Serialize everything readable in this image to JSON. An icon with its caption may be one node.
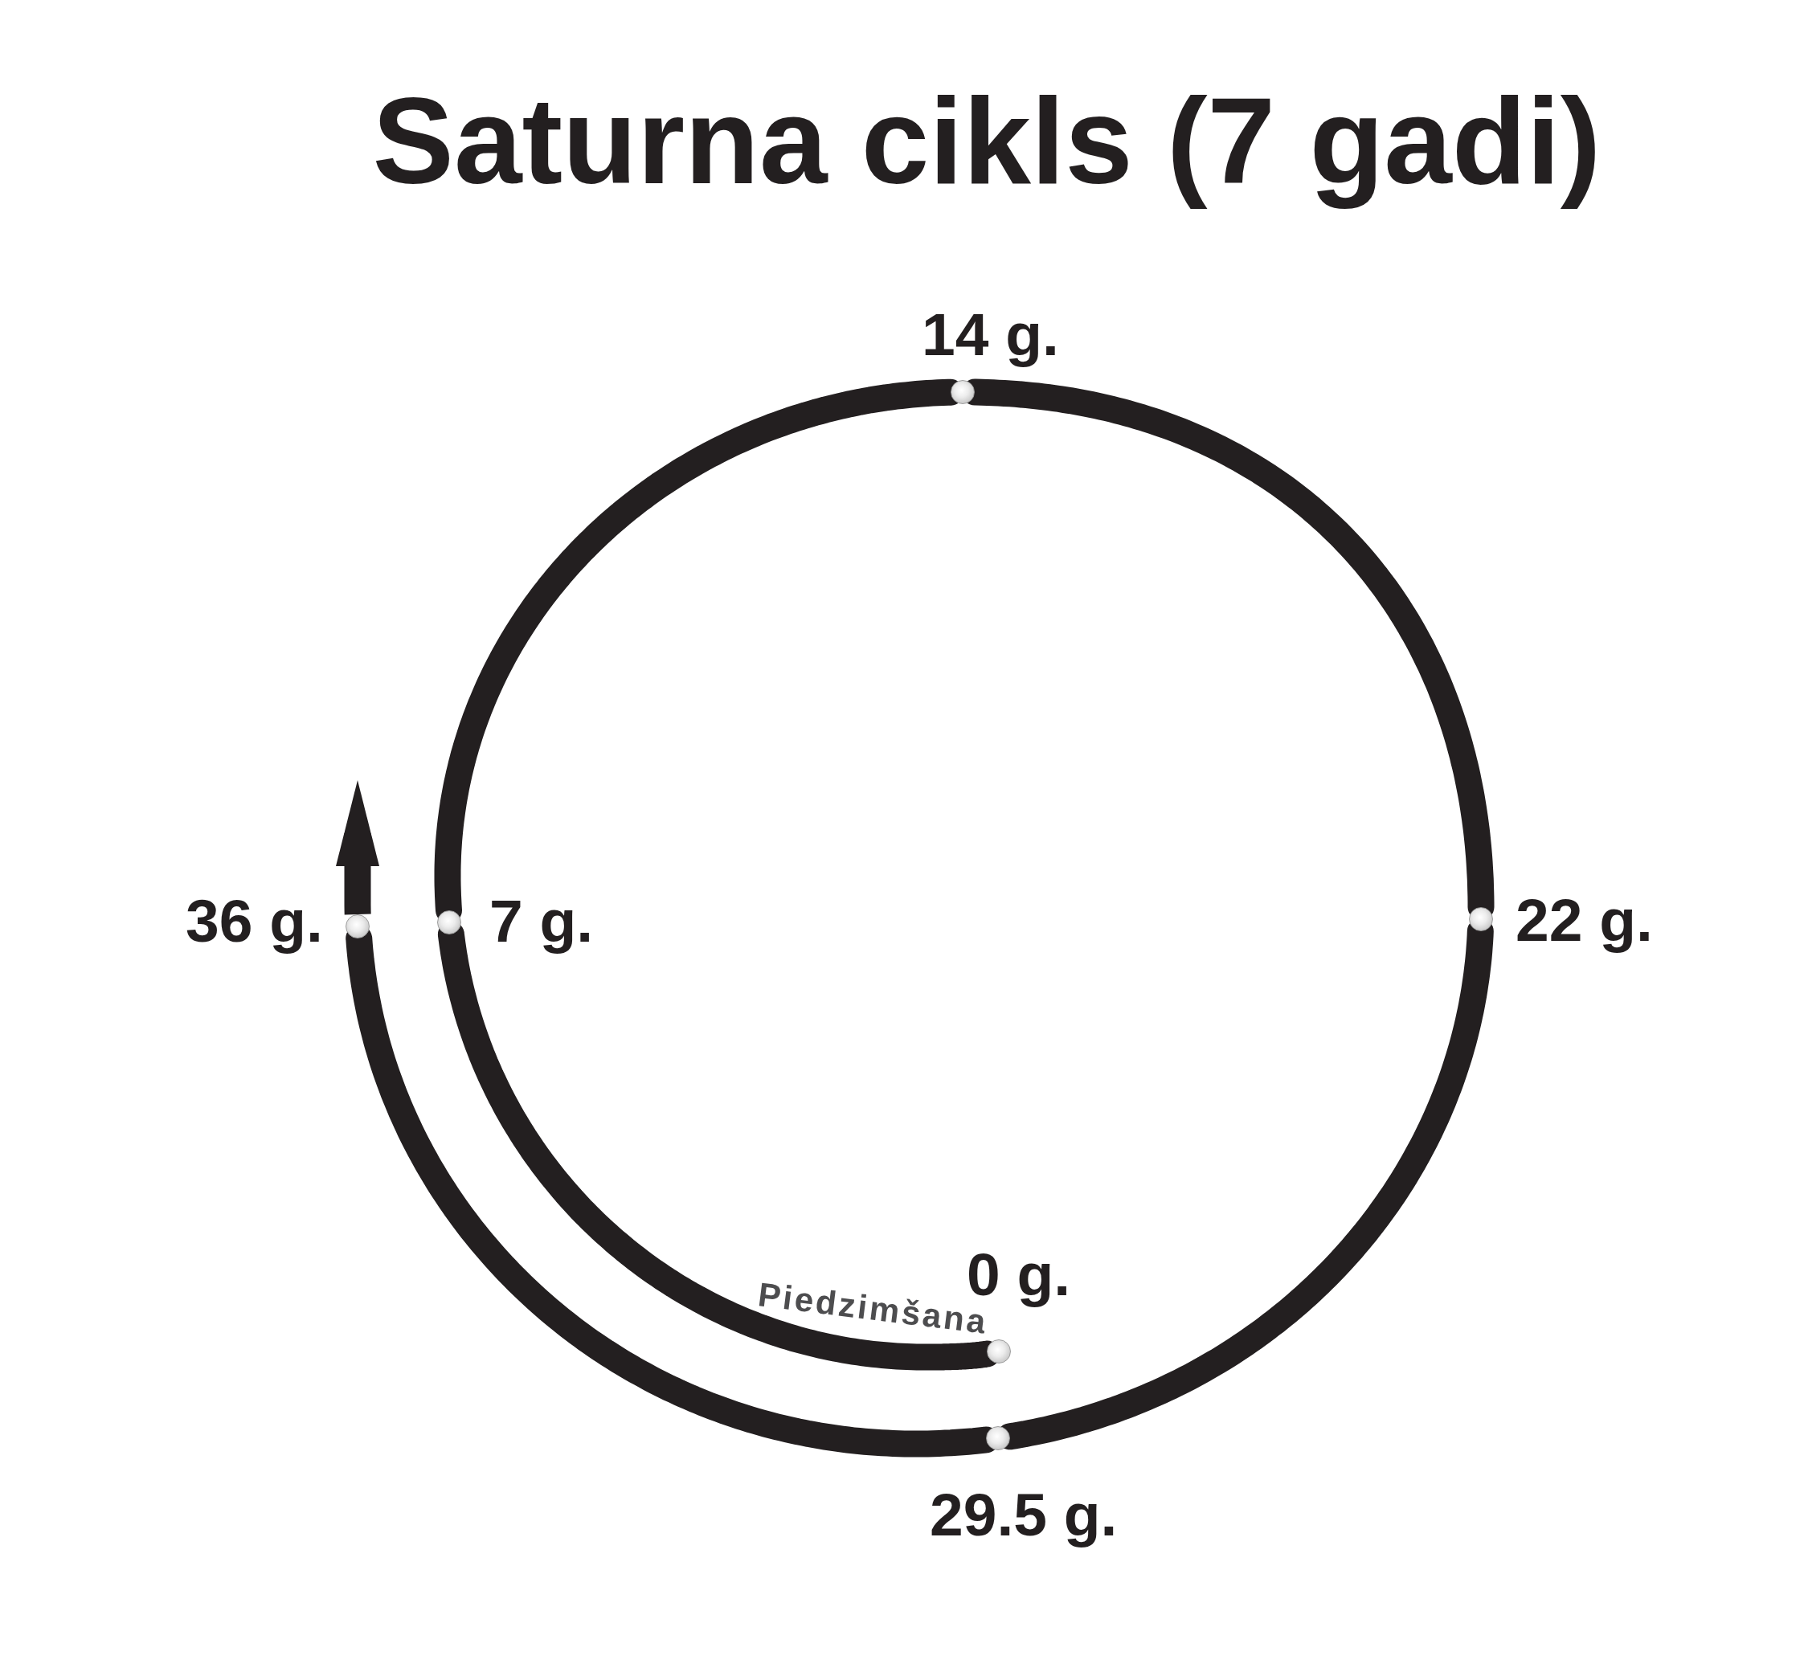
{
  "diagram": {
    "title": "Saturna cikls (7 gadi)",
    "nodes": [
      {
        "text": [],
        "shape": "circle",
        "beside": [
          "0 g.",
          "Piedzimšana"
        ]
      },
      {
        "text": [],
        "shape": "circle",
        "beside": [
          "7 g."
        ]
      },
      {
        "text": [],
        "shape": "circle",
        "beside": [
          "14 g."
        ]
      },
      {
        "text": [],
        "shape": "circle",
        "beside": [
          "22 g."
        ]
      },
      {
        "text": [],
        "shape": "circle",
        "beside": [
          "29.5 g."
        ]
      },
      {
        "text": [],
        "shape": "circle",
        "beside": [
          "36 g."
        ]
      }
    ],
    "edges": [
      {
        "from": 0,
        "to": 1,
        "arrow": "none"
      },
      {
        "from": 1,
        "to": 2,
        "arrow": "none"
      },
      {
        "from": 2,
        "to": 3,
        "arrow": "none"
      },
      {
        "from": 3,
        "to": 4,
        "arrow": "none"
      },
      {
        "from": 4,
        "to": 5,
        "arrow": "none"
      },
      {
        "from": 5,
        "to": null,
        "arrow": "to"
      }
    ]
  }
}
